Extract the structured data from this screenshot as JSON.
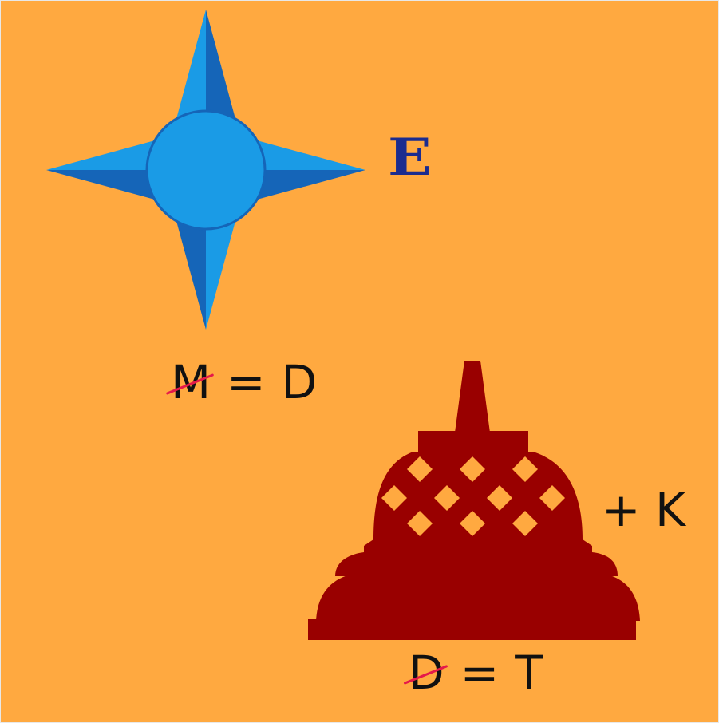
{
  "colors": {
    "background": "#FFA940",
    "compass_light": "#1A9BE6",
    "compass_dark": "#1565B8",
    "letter_e": "#1B2C8F",
    "stupa": "#990000",
    "stupa_holes": "#FFA940",
    "strike": "#E5194A",
    "text": "#111111"
  },
  "icons": {
    "compass": "compass-rose-icon",
    "stupa": "borobudur-stupa-icon"
  },
  "letter_e": "E",
  "clue_1": {
    "crossed": "M",
    "operator": "=",
    "result": "D"
  },
  "clue_2": {
    "text": "+ K"
  },
  "clue_3": {
    "crossed": "D",
    "operator": "=",
    "result": "T"
  }
}
